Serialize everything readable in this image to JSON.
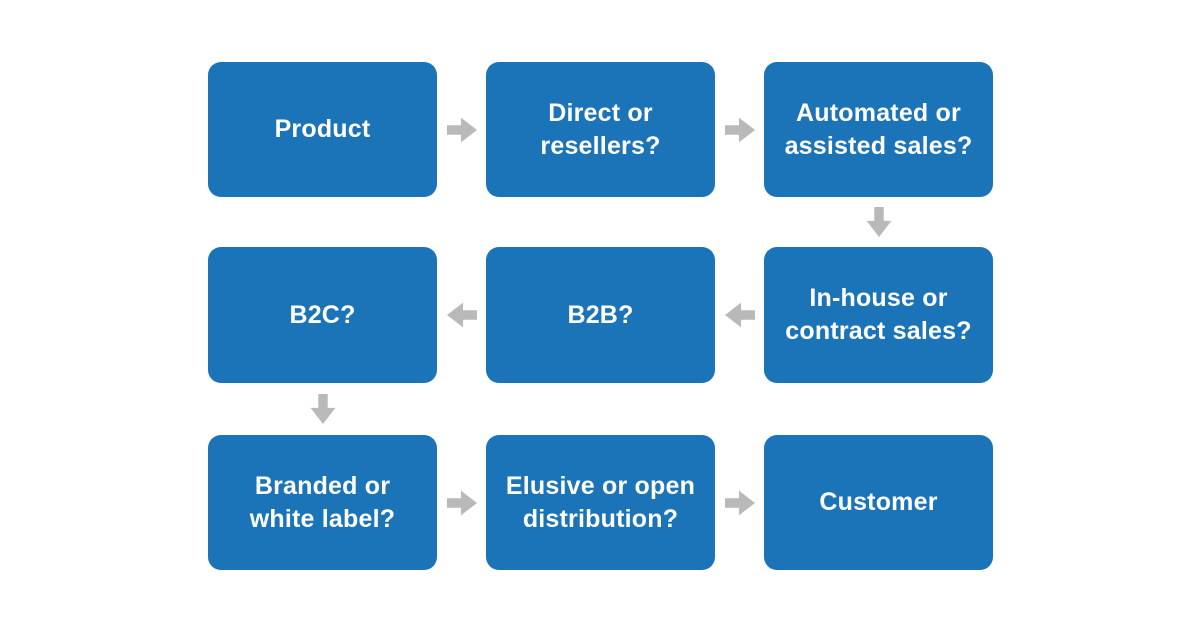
{
  "colors": {
    "node_fill": "#1C74B8",
    "node_text": "#FFFFFF",
    "arrow": "#B9B9B9",
    "background": "#FFFFFF"
  },
  "flowchart": {
    "nodes": [
      {
        "id": "product",
        "label": "Product",
        "row": 1,
        "col": 1
      },
      {
        "id": "direct-or-resellers",
        "label": "Direct or\nresellers?",
        "row": 1,
        "col": 2
      },
      {
        "id": "automated-or-assisted",
        "label": "Automated or\nassisted sales?",
        "row": 1,
        "col": 3
      },
      {
        "id": "in-house-or-contract",
        "label": "In-house or\ncontract sales?",
        "row": 2,
        "col": 3
      },
      {
        "id": "b2b",
        "label": "B2B?",
        "row": 2,
        "col": 2
      },
      {
        "id": "b2c",
        "label": "B2C?",
        "row": 2,
        "col": 1
      },
      {
        "id": "branded-or-white-label",
        "label": "Branded or\nwhite label?",
        "row": 3,
        "col": 1
      },
      {
        "id": "elusive-or-open",
        "label": "Elusive or open\ndistribution?",
        "row": 3,
        "col": 2
      },
      {
        "id": "customer",
        "label": "Customer",
        "row": 3,
        "col": 3
      }
    ],
    "arrows": [
      {
        "icon": "arrow-right-icon",
        "direction": "right",
        "from": "product",
        "to": "direct-or-resellers"
      },
      {
        "icon": "arrow-right-icon",
        "direction": "right",
        "from": "direct-or-resellers",
        "to": "automated-or-assisted"
      },
      {
        "icon": "arrow-down-icon",
        "direction": "down",
        "from": "automated-or-assisted",
        "to": "in-house-or-contract"
      },
      {
        "icon": "arrow-left-icon",
        "direction": "left",
        "from": "in-house-or-contract",
        "to": "b2b"
      },
      {
        "icon": "arrow-left-icon",
        "direction": "left",
        "from": "b2b",
        "to": "b2c"
      },
      {
        "icon": "arrow-down-icon",
        "direction": "down",
        "from": "b2c",
        "to": "branded-or-white-label"
      },
      {
        "icon": "arrow-right-icon",
        "direction": "right",
        "from": "branded-or-white-label",
        "to": "elusive-or-open"
      },
      {
        "icon": "arrow-right-icon",
        "direction": "right",
        "from": "elusive-or-open",
        "to": "customer"
      }
    ]
  }
}
